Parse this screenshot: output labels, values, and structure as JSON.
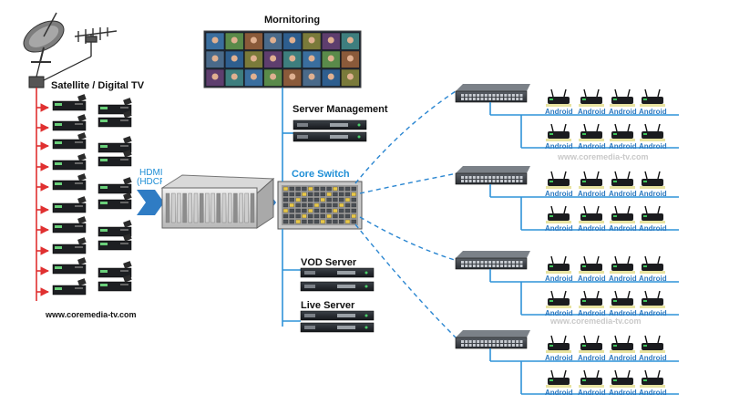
{
  "labels": {
    "monitoring": "Mornitoring",
    "server_management": "Server Management",
    "core_switch": "Core Switch",
    "satellite": "Satellite / Digital TV",
    "hdmi": "HDMI",
    "hdcp": "(HDCP)",
    "vod_server": "VOD Server",
    "live_server": "Live Server",
    "url_left": "www.coremedia-tv.com",
    "watermark": "www.coremedia-tv.com",
    "client": "Android"
  },
  "colors": {
    "red_line": "#e03030",
    "blue_line": "#2f93d8",
    "dashed_link": "#2a86d1",
    "arrow_blue": "#2f7cc4"
  },
  "icons": [
    "satellite-dish-icon",
    "tv-antenna-icon",
    "set-top-box-icon",
    "android-box-icon"
  ]
}
